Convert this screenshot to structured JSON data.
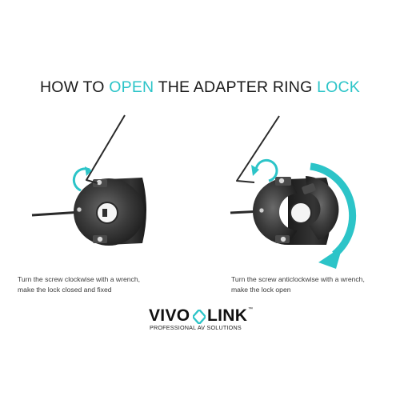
{
  "title": {
    "part1": "HOW TO ",
    "part2": "OPEN",
    "part3": " THE ADAPTER RING ",
    "part4": "LOCK"
  },
  "colors": {
    "accent": "#2cc4c8",
    "text": "#1a1a1a",
    "metal_dark": "#2b2b2b"
  },
  "left_panel": {
    "caption_line1": "Turn the screw clockwise with a wrench,",
    "caption_line2": "make the lock closed and fixed",
    "rotation_icon": "clockwise-arrow-icon"
  },
  "right_panel": {
    "caption_line1": "Turn the screw anticlockwise with a wrench,",
    "caption_line2": "make the lock open",
    "rotation_icon": "anticlockwise-arrow-icon"
  },
  "logo": {
    "word_vivo": "VIVO",
    "word_link": "LINK",
    "trademark": "™",
    "tagline": "PROFESSIONAL AV SOLUTIONS"
  }
}
